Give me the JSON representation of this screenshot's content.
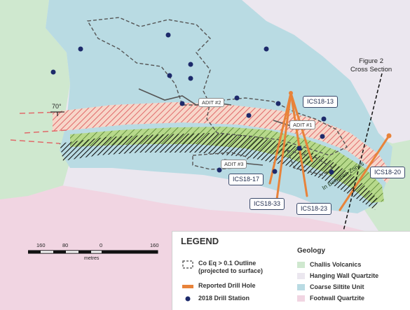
{
  "legend": {
    "title": "LEGEND",
    "items": [
      {
        "id": "outline",
        "label_line1": "Co Eq > 0.1 Outline",
        "label_line2": "(projected to surface)"
      },
      {
        "id": "drillhole",
        "label_line1": "Reported Drill Hole",
        "color": "#e8833a"
      },
      {
        "id": "station",
        "label_line1": "2018 Drill Station",
        "color": "#1d2a6b"
      }
    ]
  },
  "geology": {
    "title": "Geology",
    "units": [
      {
        "name": "Challis Volcanics",
        "color": "#cfe8cf"
      },
      {
        "name": "Hanging Wall Quartzite",
        "color": "#ebe7ef"
      },
      {
        "name": "Coarse Siltite Unit",
        "color": "#b9dbe3"
      },
      {
        "name": "Footwall Quartzite",
        "color": "#f1d5e2"
      }
    ]
  },
  "figure_label": {
    "line1": "Figure 2",
    "line2": "Cross Section"
  },
  "drill_holes": [
    "ICS18-13",
    "ICS18-17",
    "ICS18-33",
    "ICS18-23",
    "ICS18-20"
  ],
  "adits": [
    "ADIT #2",
    "ADIT #1",
    "ADIT #3"
  ],
  "zone_label": "In Between Zones",
  "dip_label": "70°",
  "scale": {
    "ticks": [
      "160",
      "80",
      "0",
      "160"
    ],
    "unit": "metres"
  }
}
